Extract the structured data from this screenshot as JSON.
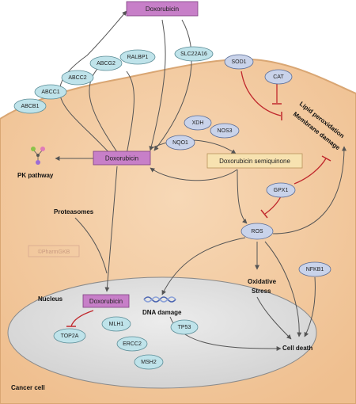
{
  "boxes": {
    "dox_top": "Doxorubicin",
    "dox_mid": "Doxorubicin",
    "dox_nucleus": "Doxorubicin",
    "semiquinone": "Doxorubicin semiquinone"
  },
  "transporters": {
    "abcb1": "ABCB1",
    "abcc1": "ABCC1",
    "abcc2": "ABCC2",
    "abcg2": "ABCG2",
    "ralbp1": "RALBP1",
    "slc22a16": "SLC22A16"
  },
  "enzymes": {
    "sod1": "SOD1",
    "cat": "CAT",
    "xdh": "XDH",
    "nos3": "NOS3",
    "nqo1": "NQO1",
    "gpx1": "GPX1",
    "ros": "ROS",
    "nfkb1": "NFKB1"
  },
  "nucleus_genes": {
    "top2a": "TOP2A",
    "mlh1": "MLH1",
    "ercc2": "ERCC2",
    "msh2": "MSH2",
    "tp53": "TP53"
  },
  "labels": {
    "pk_pathway": "PK pathway",
    "proteasomes": "Proteasomes",
    "watermark": "©PharmGKB",
    "nucleus": "Nucleus",
    "dna_damage": "DNA damage",
    "oxidative_line1": "Oxidative",
    "oxidative_line2": "Stress",
    "lipid_line1": "Lipid peroxidation",
    "lipid_line2": "Membrane damage",
    "cell_death": "Cell death",
    "cancer_cell": "Cancer cell"
  },
  "colors": {
    "cell_fill": "#f3c9a0",
    "cell_stroke": "#d9a673",
    "nucleus_fill": "#dcdcdc",
    "drug_box": "#c77fc8",
    "semiquinone_box": "#f7e2b0",
    "transporter_pill": "#bfe3ea",
    "enzyme_pill": "#c9d3ea",
    "inhibit_red": "#c0282d"
  }
}
